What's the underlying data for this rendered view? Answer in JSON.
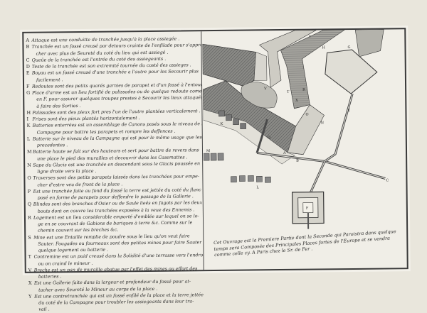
{
  "legend": [
    {
      "letter": "A",
      "lines": [
        "Attaque est une conduitte de tranchée jusqu'à la place assiegée ."
      ]
    },
    {
      "letter": "B",
      "lines": [
        "Tranchée est un fossé creusé par detours crainte de l'enfilade pour s'appro-",
        "cher avec plus de Seureté du coté du lieu qui est assiegé ."
      ]
    },
    {
      "letter": "C",
      "lines": [
        "Queüe de la tranchée est l'entrée du coté des assiegeants ."
      ]
    },
    {
      "letter": "D",
      "lines": [
        "Teste de la tranchée est son extremité tournée du costé des assieges ."
      ]
    },
    {
      "letter": "E",
      "lines": [
        "Boyau est un fossé creusé d'une tranchée a l'autre pour les Secourir plus",
        "facilement ."
      ]
    },
    {
      "letter": "F",
      "lines": [
        "Redoutes sont des petits quarés garnies de parapet et d'un fossé à l'entour ."
      ]
    },
    {
      "letter": "G",
      "lines": [
        "Place d'arme est un lieu fortifié de palissades ou de quelque redoute come",
        "en F. pour assurer quelques troupes prestes à Secourir les lieux attaqués ou",
        "à faire des Sorties ."
      ]
    },
    {
      "letter": "H",
      "lines": [
        "Palissades sont des pieux fort pres l'un de l'autre plantées verticalement ."
      ]
    },
    {
      "letter": "I",
      "lines": [
        "Frises sont des pieux plantés horizontalement ."
      ]
    },
    {
      "letter": "K",
      "lines": [
        "Batteries enterrées est un assemblage de Canons posés sous le niveau de la",
        "Campagne pour battre les parapets et rompre les deffences ."
      ]
    },
    {
      "letter": "L",
      "lines": [
        "Batterie sur le niveau de la Campagne qui est pour le même usage que les",
        "precedentes ."
      ]
    },
    {
      "letter": "M",
      "lines": [
        "Batterie haute se fait sur des hauteurs et sert pour battre de revers dans",
        "une place le pied des murailles et decouvrir dans les Casemattes ."
      ]
    },
    {
      "letter": "N",
      "lines": [
        "Sape du Glacis est une tranchée en descendant sous le Glacis poussée en",
        "ligne droite vers la place ."
      ]
    },
    {
      "letter": "O",
      "lines": [
        "Traverses sont des petits parapets laissés dans les tranchées pour empe-",
        "cher d'estre veu de front de la place ."
      ]
    },
    {
      "letter": "P",
      "lines": [
        "Est une tranchée faite au fond du fossé la terre est jettée du coté du flanc op-",
        "posé en forme de parapets pour deffendre le passage de la Gallerie ."
      ]
    },
    {
      "letter": "Q",
      "lines": [
        "Blindes sont des branches d'Osier ou de Saule lieés en fagots par les deux",
        "bouts dont on couvre les tranchées exposées à la veue des Ennemis ."
      ]
    },
    {
      "letter": "R",
      "lines": [
        "Logement est un lieu considerable emporté d'emblée sur lequel on se lo-",
        "ge en se couvrant de Gabions de bariques à terre &c. Comme sur le",
        "chemin couvert sur les breches &c."
      ]
    },
    {
      "letter": "S",
      "lines": [
        "Mine est une Entaille remplie de poudre sous le lieu qu'on veut faire",
        "Sauter. Fougades ou fourneaux sont des petites mines pour faire Sauter",
        "quelque logement ou batterie ."
      ]
    },
    {
      "letter": "T",
      "lines": [
        "Contremine est un puid creusé dans la Solidité d'une terrasse vers l'endroit",
        "ou on craind le mineur ."
      ]
    },
    {
      "letter": "V",
      "lines": [
        "Breche est un pan de muraille abatue par l'effet des mines ou effort des",
        "batteries ."
      ]
    },
    {
      "letter": "X",
      "lines": [
        "Est une Gallerie faite dans la largeur et profondeur du fossé pour at-",
        "tacher avec Seureté le Mineur au corps de la place ."
      ]
    },
    {
      "letter": "Y",
      "lines": [
        "Est une contretranchée qui est un fossé enfilé de la place et la terre jettée",
        "du coté de la Campagne pour troubler les assiegeants dans leur tra-",
        "vail ."
      ]
    }
  ],
  "imprint": "Cet Ouvrage est la Premiere Partie dont la Seconde qui Paroistra dans quelque temps sera Composée des Principales Places fortes de l'Europe et se vendra comme celle cy. A Paris chez le Sr. de Fer .",
  "map_labels": {
    "I": "I",
    "H": "H",
    "G": "G",
    "V": "V",
    "T": "T",
    "X": "X",
    "R": "R",
    "E": "E",
    "O": "O",
    "N": "N",
    "K": "K",
    "Q": "Q",
    "A": "A",
    "B": "B",
    "C": "C",
    "L": "L",
    "F": "F",
    "M": "M"
  },
  "colors": {
    "paper": "#e9e6dc",
    "plate": "#f0eee7",
    "ink": "#2b2b2b"
  }
}
